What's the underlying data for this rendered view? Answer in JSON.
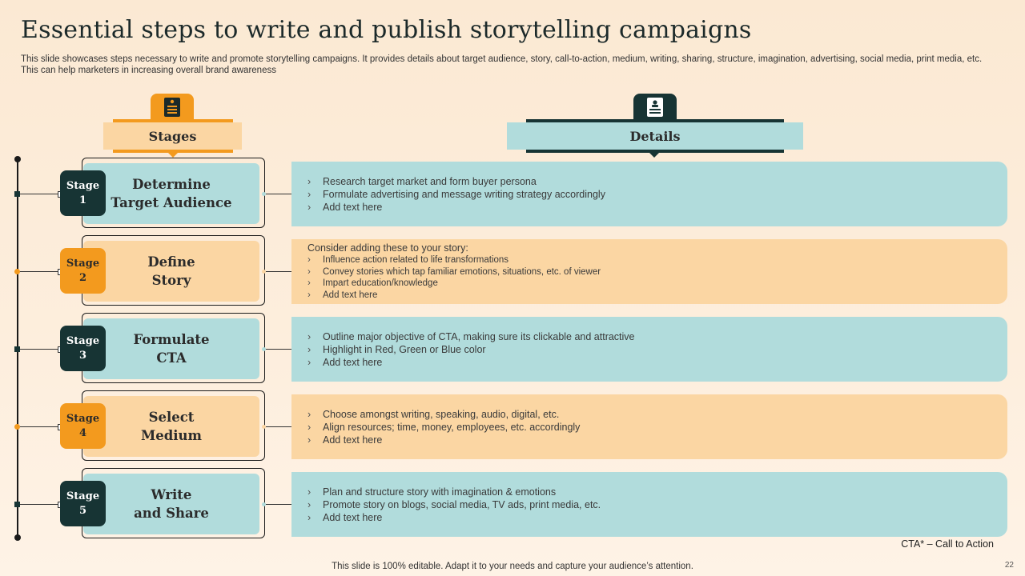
{
  "title": "Essential steps to write and publish storytelling campaigns",
  "subtitle": "This slide showcases steps necessary to write and promote storytelling campaigns. It provides details about target audience, story, call-to-action, medium, writing, sharing, structure, imagination, advertising, social media, print media, etc. This can help marketers in increasing overall brand awareness",
  "headers": {
    "stages": {
      "label": "Stages",
      "icon": "document-list-icon"
    },
    "details": {
      "label": "Details",
      "icon": "id-card-icon"
    }
  },
  "colors": {
    "teal": "#b1dcdc",
    "orange": "#fbd6a3",
    "dark": "#173434",
    "accent_orange": "#f39a1e"
  },
  "stages": [
    {
      "badge": "Stage\n1",
      "name": "Determine\nTarget Audience",
      "theme": "teal",
      "lead": "",
      "bullets": [
        "Research target market and form buyer persona",
        "Formulate advertising  and message writing  strategy accordingly",
        "Add text here"
      ]
    },
    {
      "badge": "Stage\n2",
      "name": "Define\nStory",
      "theme": "orange",
      "lead": "Consider adding these to your story:",
      "bullets": [
        "Influence action related to life transformations",
        "Convey stories which tap familiar emotions, situations, etc. of viewer",
        "Impart education/knowledge",
        "Add text here"
      ]
    },
    {
      "badge": "Stage\n3",
      "name": "Formulate\nCTA",
      "theme": "teal",
      "lead": "",
      "bullets": [
        "Outline major objective  of CTA, making sure its clickable and attractive",
        "Highlight in Red, Green or Blue color",
        "Add text here"
      ]
    },
    {
      "badge": "Stage\n4",
      "name": "Select\nMedium",
      "theme": "orange",
      "lead": "",
      "bullets": [
        "Choose amongst writing, speaking, audio, digital, etc.",
        "Align resources; time, money, employees, etc. accordingly",
        "Add text here"
      ]
    },
    {
      "badge": "Stage\n5",
      "name": "Write\nand Share",
      "theme": "teal",
      "lead": "",
      "bullets": [
        "Plan and structure story with imagination & emotions",
        "Promote story on blogs, social media, TV ads, print media, etc.",
        "Add text here"
      ]
    }
  ],
  "bullet_glyph": "›",
  "footnote": "CTA* – Call to Action",
  "footer": "This slide is 100% editable. Adapt it to your needs and capture your audience’s attention.",
  "page_number": "22"
}
